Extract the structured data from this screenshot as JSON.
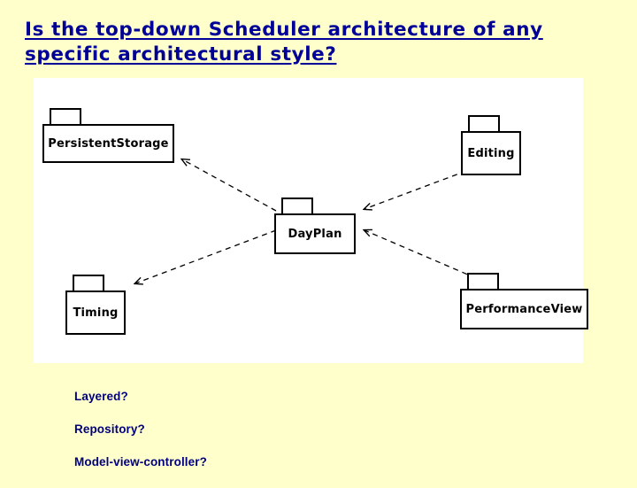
{
  "slide": {
    "title": "Is the top-down Scheduler architecture of any specific architectural style?",
    "background_color": "#ffffcc",
    "title_color": "#000099"
  },
  "diagram": {
    "canvas_color": "#ffffff",
    "type": "uml-component-diagram",
    "components": [
      {
        "id": "persistent-storage",
        "label": "PersistentStorage"
      },
      {
        "id": "editing",
        "label": "Editing"
      },
      {
        "id": "day-plan",
        "label": "DayPlan"
      },
      {
        "id": "timing",
        "label": "Timing"
      },
      {
        "id": "performance-view",
        "label": "PerformanceView"
      }
    ],
    "connections": [
      {
        "from": "day-plan",
        "to": "persistent-storage",
        "style": "dashed",
        "arrow": "to"
      },
      {
        "from": "editing",
        "to": "day-plan",
        "style": "dashed",
        "arrow": "to"
      },
      {
        "from": "day-plan",
        "to": "timing",
        "style": "dashed",
        "arrow": "to"
      },
      {
        "from": "performance-view",
        "to": "day-plan",
        "style": "dashed",
        "arrow": "to"
      }
    ]
  },
  "notes": {
    "items": [
      {
        "text": "Layered?"
      },
      {
        "text": "Repository?"
      },
      {
        "text": "Model-view-controller?"
      }
    ]
  }
}
